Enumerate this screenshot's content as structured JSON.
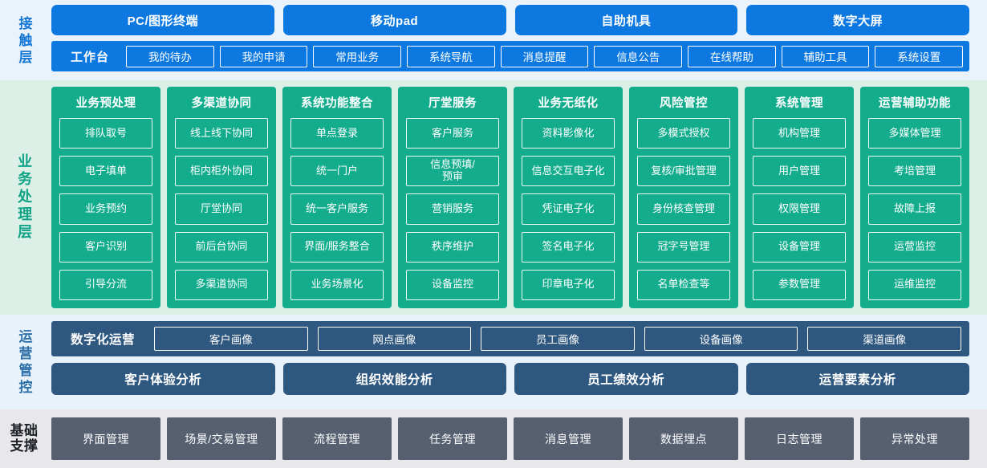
{
  "colors": {
    "blue_button": "#0d79e0",
    "contact_band_bg": "#eaf3fc",
    "teal_panel": "#13ad8d",
    "biz_band_bg": "#dcf0e8",
    "ops_dark_blue": "#2f5880",
    "ops_band_bg": "#e7f2fb",
    "base_gray": "#566071",
    "base_band_bg": "#e8e8ea"
  },
  "contact_layer": {
    "label": "接触层",
    "channels": [
      {
        "label": "PC/图形终端"
      },
      {
        "label": "移动pad"
      },
      {
        "label": "自助机具"
      },
      {
        "label": "数字大屏"
      }
    ],
    "workbench_title": "工作台",
    "workbench_items": [
      {
        "label": "我的待办"
      },
      {
        "label": "我的申请"
      },
      {
        "label": "常用业务"
      },
      {
        "label": "系统导航"
      },
      {
        "label": "消息提醒"
      },
      {
        "label": "信息公告"
      },
      {
        "label": "在线帮助"
      },
      {
        "label": "辅助工具"
      },
      {
        "label": "系统设置"
      }
    ]
  },
  "business_layer": {
    "label": "业务处理层",
    "columns": [
      {
        "title": "业务预处理",
        "items": [
          "排队取号",
          "电子填单",
          "业务预约",
          "客户识别",
          "引导分流"
        ]
      },
      {
        "title": "多渠道协同",
        "items": [
          "线上线下协同",
          "柜内柜外协同",
          "厅堂协同",
          "前后台协同",
          "多渠道协同"
        ]
      },
      {
        "title": "系统功能整合",
        "items": [
          "单点登录",
          "统一门户",
          "统一客户服务",
          "界面/服务整合",
          "业务场景化"
        ]
      },
      {
        "title": "厅堂服务",
        "items": [
          "客户服务",
          "信息预填/\n预审",
          "营销服务",
          "秩序维护",
          "设备监控"
        ]
      },
      {
        "title": "业务无纸化",
        "items": [
          "资料影像化",
          "信息交互电子化",
          "凭证电子化",
          "签名电子化",
          "印章电子化"
        ]
      },
      {
        "title": "风险管控",
        "items": [
          "多模式授权",
          "复核/审批管理",
          "身份核查管理",
          "冠字号管理",
          "名单检查等"
        ]
      },
      {
        "title": "系统管理",
        "items": [
          "机构管理",
          "用户管理",
          "权限管理",
          "设备管理",
          "参数管理"
        ]
      },
      {
        "title": "运营辅助功能",
        "items": [
          "多媒体管理",
          "考培管理",
          "故障上报",
          "运营监控",
          "运维监控"
        ]
      }
    ]
  },
  "operations_layer": {
    "label": "运营管控",
    "digital_ops_title": "数字化运营",
    "portraits": [
      {
        "label": "客户画像"
      },
      {
        "label": "网点画像"
      },
      {
        "label": "员工画像"
      },
      {
        "label": "设备画像"
      },
      {
        "label": "渠道画像"
      }
    ],
    "analysis": [
      {
        "label": "客户体验分析"
      },
      {
        "label": "组织效能分析"
      },
      {
        "label": "员工绩效分析"
      },
      {
        "label": "运营要素分析"
      }
    ]
  },
  "foundation_layer": {
    "label_line1": "基础",
    "label_line2": "支撑",
    "items": [
      {
        "label": "界面管理"
      },
      {
        "label": "场景/交易管理"
      },
      {
        "label": "流程管理"
      },
      {
        "label": "任务管理"
      },
      {
        "label": "消息管理"
      },
      {
        "label": "数据埋点"
      },
      {
        "label": "日志管理"
      },
      {
        "label": "异常处理"
      }
    ]
  }
}
